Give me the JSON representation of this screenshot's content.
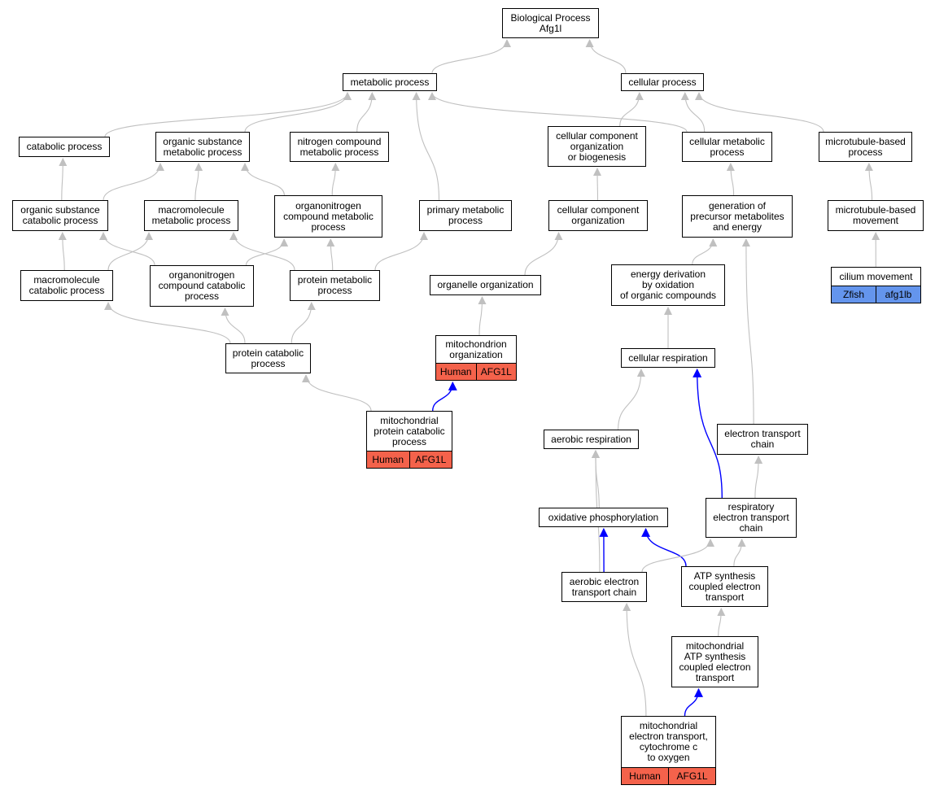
{
  "diagram": {
    "colors": {
      "edge_default": "#c0c0c0",
      "edge_highlight": "#0000ff",
      "human_tag": "#f4624b",
      "zfish_tag": "#6495ed"
    },
    "nodes": [
      {
        "id": "root",
        "label": "Biological Process\nAfg1l"
      },
      {
        "id": "metabolic",
        "label": "metabolic process"
      },
      {
        "id": "cellular",
        "label": "cellular process"
      },
      {
        "id": "catabolic",
        "label": "catabolic process"
      },
      {
        "id": "org_subst_met",
        "label": "organic substance\nmetabolic process"
      },
      {
        "id": "nitrogen",
        "label": "nitrogen compound\nmetabolic process"
      },
      {
        "id": "ccob",
        "label": "cellular component\norganization\nor biogenesis"
      },
      {
        "id": "cell_met",
        "label": "cellular metabolic\nprocess"
      },
      {
        "id": "mt_process",
        "label": "microtubule-based\nprocess"
      },
      {
        "id": "org_subst_cat",
        "label": "organic substance\ncatabolic process"
      },
      {
        "id": "macro_met",
        "label": "macromolecule\nmetabolic process"
      },
      {
        "id": "orgnitro_met",
        "label": "organonitrogen\ncompound metabolic\nprocess"
      },
      {
        "id": "primary",
        "label": "primary metabolic\nprocess"
      },
      {
        "id": "cco",
        "label": "cellular component\norganization"
      },
      {
        "id": "gen_prec",
        "label": "generation of\nprecursor metabolites\nand energy"
      },
      {
        "id": "mt_movement",
        "label": "microtubule-based\nmovement"
      },
      {
        "id": "macro_cat",
        "label": "macromolecule\ncatabolic process"
      },
      {
        "id": "orgnitro_cat",
        "label": "organonitrogen\ncompound catabolic\nprocess"
      },
      {
        "id": "protein_met",
        "label": "protein metabolic\nprocess"
      },
      {
        "id": "organelle_org",
        "label": "organelle organization"
      },
      {
        "id": "energy_deriv",
        "label": "energy derivation\nby oxidation\nof organic compounds"
      },
      {
        "id": "cilium",
        "label": "cilium movement",
        "tags": [
          "Zfish",
          "afg1lb"
        ],
        "tag_color": "zfish"
      },
      {
        "id": "protein_cat",
        "label": "protein catabolic\nprocess"
      },
      {
        "id": "mito_org",
        "label": "mitochondrion\norganization",
        "tags": [
          "Human",
          "AFG1L"
        ],
        "tag_color": "human"
      },
      {
        "id": "cell_resp",
        "label": "cellular respiration"
      },
      {
        "id": "mito_prot_cat",
        "label": "mitochondrial\nprotein catabolic\nprocess",
        "tags": [
          "Human",
          "AFG1L"
        ],
        "tag_color": "human"
      },
      {
        "id": "aerobic_resp",
        "label": "aerobic respiration"
      },
      {
        "id": "etc",
        "label": "electron transport\nchain"
      },
      {
        "id": "ox_phos",
        "label": "oxidative phosphorylation"
      },
      {
        "id": "resp_etc",
        "label": "respiratory\nelectron transport\nchain"
      },
      {
        "id": "aerobic_etc",
        "label": "aerobic electron\ntransport chain"
      },
      {
        "id": "atp_synth",
        "label": "ATP synthesis\ncoupled electron\ntransport"
      },
      {
        "id": "mito_atp",
        "label": "mitochondrial\nATP synthesis\ncoupled electron\ntransport"
      },
      {
        "id": "mito_et",
        "label": "mitochondrial\nelectron transport,\ncytochrome c\nto oxygen",
        "tags": [
          "Human",
          "AFG1L"
        ],
        "tag_color": "human"
      }
    ],
    "edges": [
      {
        "from": "metabolic",
        "to": "root"
      },
      {
        "from": "cellular",
        "to": "root"
      },
      {
        "from": "catabolic",
        "to": "metabolic"
      },
      {
        "from": "org_subst_met",
        "to": "metabolic"
      },
      {
        "from": "nitrogen",
        "to": "metabolic"
      },
      {
        "from": "primary",
        "to": "metabolic"
      },
      {
        "from": "cell_met",
        "to": "metabolic"
      },
      {
        "from": "ccob",
        "to": "cellular"
      },
      {
        "from": "cell_met",
        "to": "cellular"
      },
      {
        "from": "mt_process",
        "to": "cellular"
      },
      {
        "from": "org_subst_cat",
        "to": "catabolic"
      },
      {
        "from": "org_subst_cat",
        "to": "org_subst_met"
      },
      {
        "from": "macro_met",
        "to": "org_subst_met"
      },
      {
        "from": "orgnitro_met",
        "to": "org_subst_met"
      },
      {
        "from": "orgnitro_met",
        "to": "nitrogen"
      },
      {
        "from": "cco",
        "to": "ccob"
      },
      {
        "from": "gen_prec",
        "to": "cell_met"
      },
      {
        "from": "mt_movement",
        "to": "mt_process"
      },
      {
        "from": "macro_cat",
        "to": "org_subst_cat"
      },
      {
        "from": "macro_cat",
        "to": "macro_met"
      },
      {
        "from": "orgnitro_cat",
        "to": "org_subst_cat"
      },
      {
        "from": "orgnitro_cat",
        "to": "orgnitro_met"
      },
      {
        "from": "protein_met",
        "to": "macro_met"
      },
      {
        "from": "protein_met",
        "to": "orgnitro_met"
      },
      {
        "from": "protein_met",
        "to": "primary"
      },
      {
        "from": "organelle_org",
        "to": "cco"
      },
      {
        "from": "energy_deriv",
        "to": "gen_prec"
      },
      {
        "from": "cilium",
        "to": "mt_movement"
      },
      {
        "from": "protein_cat",
        "to": "macro_cat"
      },
      {
        "from": "protein_cat",
        "to": "orgnitro_cat"
      },
      {
        "from": "protein_cat",
        "to": "protein_met"
      },
      {
        "from": "mito_org",
        "to": "organelle_org"
      },
      {
        "from": "cell_resp",
        "to": "energy_deriv"
      },
      {
        "from": "mito_prot_cat",
        "to": "protein_cat"
      },
      {
        "from": "mito_prot_cat",
        "to": "mito_org",
        "highlight": true
      },
      {
        "from": "aerobic_resp",
        "to": "cell_resp"
      },
      {
        "from": "resp_etc",
        "to": "cell_resp",
        "highlight": true
      },
      {
        "from": "etc",
        "to": "gen_prec"
      },
      {
        "from": "ox_phos",
        "to": "aerobic_resp"
      },
      {
        "from": "aerobic_etc",
        "to": "aerobic_resp"
      },
      {
        "from": "resp_etc",
        "to": "etc"
      },
      {
        "from": "aerobic_etc",
        "to": "ox_phos",
        "highlight": true
      },
      {
        "from": "atp_synth",
        "to": "ox_phos",
        "highlight": true
      },
      {
        "from": "aerobic_etc",
        "to": "resp_etc"
      },
      {
        "from": "atp_synth",
        "to": "resp_etc"
      },
      {
        "from": "mito_atp",
        "to": "atp_synth"
      },
      {
        "from": "mito_et",
        "to": "aerobic_etc"
      },
      {
        "from": "mito_et",
        "to": "mito_atp",
        "highlight": true
      }
    ]
  }
}
